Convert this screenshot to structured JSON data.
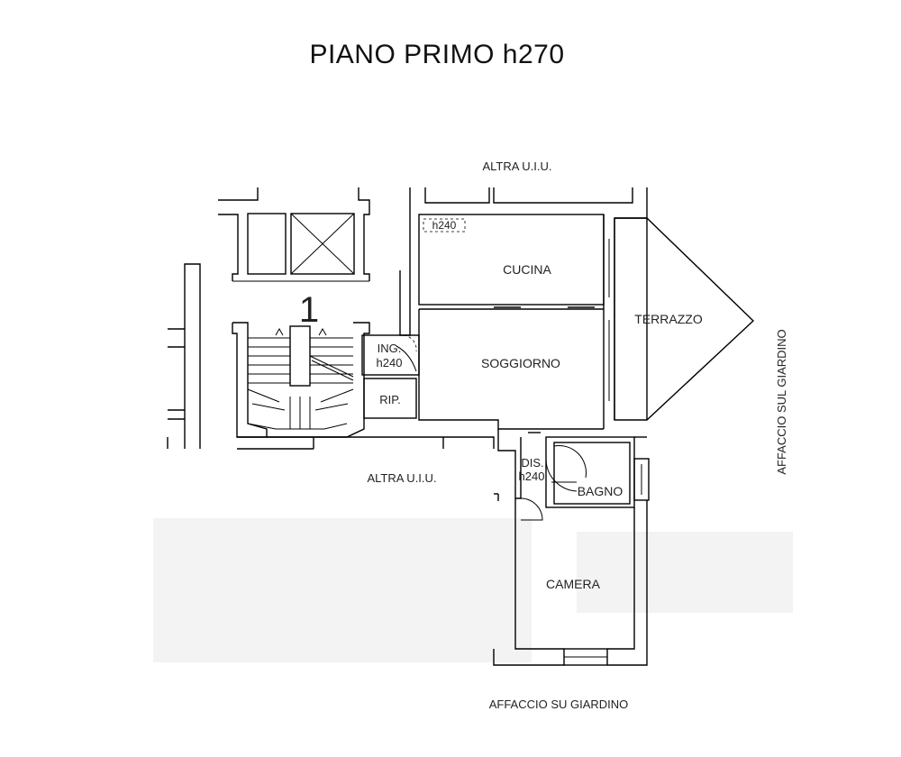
{
  "title": "PIANO PRIMO h270",
  "staircase_number": "1",
  "labels": {
    "altra_top": "ALTRA U.I.U.",
    "altra_left": "ALTRA U.I.U.",
    "affaccio_bottom": "AFFACCIO SU GIARDINO",
    "affaccio_side": "AFFACCIO SUL GIARDINO"
  },
  "rooms": {
    "cucina": "CUCINA",
    "soggiorno": "SOGGIORNO",
    "terrazzo": "TERRAZZO",
    "ingresso": "ING.",
    "ingresso_h": "h240",
    "ripostiglio": "RIP.",
    "disimpegno": "DIS.",
    "disimpegno_h": "h240",
    "bagno": "BAGNO",
    "camera": "CAMERA",
    "cucina_h": "h240"
  }
}
